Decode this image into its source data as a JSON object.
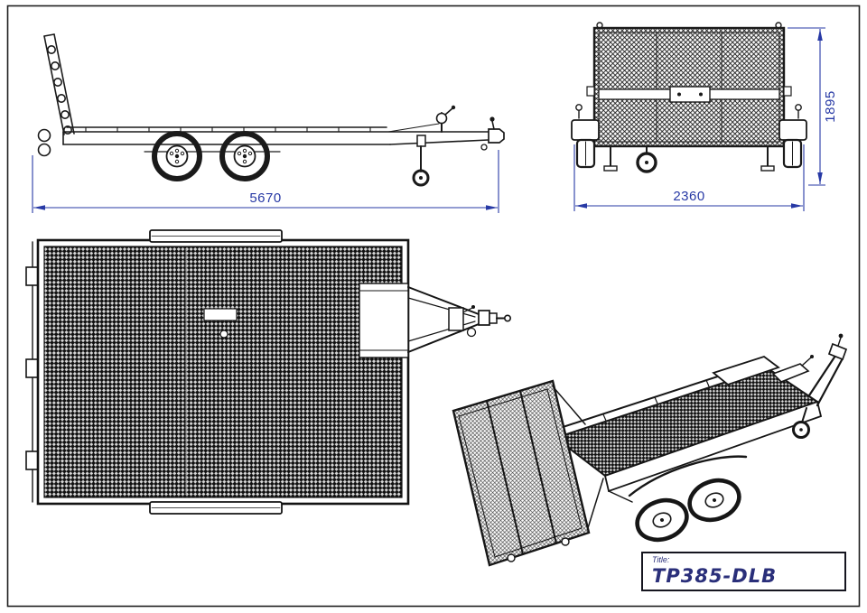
{
  "drawing": {
    "dimensions": {
      "side_length": "5670",
      "rear_width": "2360",
      "rear_height": "1895"
    },
    "title_block": {
      "label": "Title:",
      "value": "TP385-DLB"
    },
    "colors": {
      "line": "#1a1a1a",
      "dimension": "#2739a5",
      "title_text": "#2a2f7a",
      "background": "#ffffff"
    }
  }
}
